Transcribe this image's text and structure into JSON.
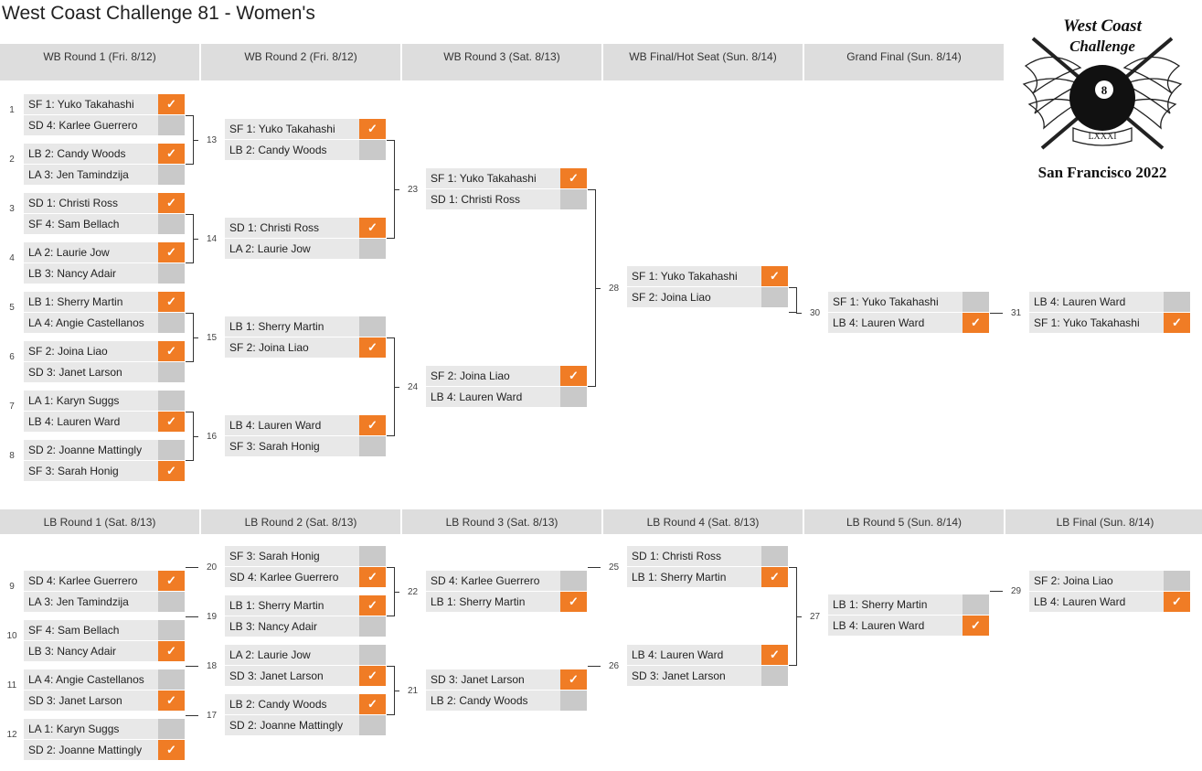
{
  "title": "West Coast Challenge 81 - Women's",
  "logo": {
    "line1": "West Coast",
    "line2": "Challenge",
    "roman": "LXXXI",
    "city": "San Francisco 2022"
  },
  "colors": {
    "win": "#f07c25",
    "neutral": "#c9c9c9",
    "slot_bg": "#e8e8e8",
    "header_bg": "#dddddd"
  },
  "check_icon": "✓",
  "wb_headers": [
    "WB Round 1 (Fri. 8/12)",
    "WB Round 2 (Fri. 8/12)",
    "WB Round 3 (Sat. 8/13)",
    "WB Final/Hot Seat (Sun. 8/14)",
    "Grand Final (Sun. 8/14)"
  ],
  "lb_headers": [
    "LB Round 1 (Sat. 8/13)",
    "LB Round 2 (Sat. 8/13)",
    "LB Round 3 (Sat. 8/13)",
    "LB Round 4 (Sat. 8/13)",
    "LB Round 5 (Sun. 8/14)",
    "LB Final (Sun. 8/14)"
  ],
  "matches": [
    {
      "number": "1",
      "players": [
        {
          "name": "SF 1: Yuko Takahashi",
          "win": true
        },
        {
          "name": "SD 4: Karlee Guerrero",
          "win": false
        }
      ]
    },
    {
      "number": "2",
      "players": [
        {
          "name": "LB 2: Candy Woods",
          "win": true
        },
        {
          "name": "LA 3: Jen Tamindzija",
          "win": false
        }
      ]
    },
    {
      "number": "3",
      "players": [
        {
          "name": "SD 1: Christi Ross",
          "win": true
        },
        {
          "name": "SF 4: Sam Bellach",
          "win": false
        }
      ]
    },
    {
      "number": "4",
      "players": [
        {
          "name": "LA 2: Laurie Jow",
          "win": true
        },
        {
          "name": "LB 3: Nancy Adair",
          "win": false
        }
      ]
    },
    {
      "number": "5",
      "players": [
        {
          "name": "LB 1: Sherry Martin",
          "win": true
        },
        {
          "name": "LA 4: Angie Castellanos",
          "win": false
        }
      ]
    },
    {
      "number": "6",
      "players": [
        {
          "name": "SF 2: Joina Liao",
          "win": true
        },
        {
          "name": "SD 3: Janet Larson",
          "win": false
        }
      ]
    },
    {
      "number": "7",
      "players": [
        {
          "name": "LA 1: Karyn Suggs",
          "win": false
        },
        {
          "name": "LB 4: Lauren Ward",
          "win": true
        }
      ]
    },
    {
      "number": "8",
      "players": [
        {
          "name": "SD 2: Joanne Mattingly",
          "win": false
        },
        {
          "name": "SF 3: Sarah Honig",
          "win": true
        }
      ]
    },
    {
      "number": "",
      "players": [
        {
          "name": "SF 1: Yuko Takahashi",
          "win": true
        },
        {
          "name": "LB 2: Candy Woods",
          "win": false
        }
      ]
    },
    {
      "number": "",
      "players": [
        {
          "name": "SD 1: Christi Ross",
          "win": true
        },
        {
          "name": "LA 2: Laurie Jow",
          "win": false
        }
      ]
    },
    {
      "number": "",
      "players": [
        {
          "name": "LB 1: Sherry Martin",
          "win": false
        },
        {
          "name": "SF 2: Joina Liao",
          "win": true
        }
      ]
    },
    {
      "number": "",
      "players": [
        {
          "name": "LB 4: Lauren Ward",
          "win": true
        },
        {
          "name": "SF 3: Sarah Honig",
          "win": false
        }
      ]
    },
    {
      "number": "",
      "players": [
        {
          "name": "SF 1: Yuko Takahashi",
          "win": true
        },
        {
          "name": "SD 1: Christi Ross",
          "win": false
        }
      ]
    },
    {
      "number": "",
      "players": [
        {
          "name": "SF 2: Joina Liao",
          "win": true
        },
        {
          "name": "LB 4: Lauren Ward",
          "win": false
        }
      ]
    },
    {
      "number": "",
      "players": [
        {
          "name": "SF 1: Yuko Takahashi",
          "win": true
        },
        {
          "name": "SF 2: Joina Liao",
          "win": false
        }
      ]
    },
    {
      "number": "",
      "players": [
        {
          "name": "SF 1: Yuko Takahashi",
          "win": false
        },
        {
          "name": "LB 4: Lauren Ward",
          "win": true
        }
      ]
    },
    {
      "number": "",
      "players": [
        {
          "name": "LB 4: Lauren Ward",
          "win": false
        },
        {
          "name": "SF 1: Yuko Takahashi",
          "win": true
        }
      ]
    },
    {
      "number": "9",
      "players": [
        {
          "name": "SD 4: Karlee Guerrero",
          "win": true
        },
        {
          "name": "LA 3: Jen Tamindzija",
          "win": false
        }
      ]
    },
    {
      "number": "10",
      "players": [
        {
          "name": "SF 4: Sam Bellach",
          "win": false
        },
        {
          "name": "LB 3: Nancy Adair",
          "win": true
        }
      ]
    },
    {
      "number": "11",
      "players": [
        {
          "name": "LA 4: Angie Castellanos",
          "win": false
        },
        {
          "name": "SD 3: Janet Larson",
          "win": true
        }
      ]
    },
    {
      "number": "12",
      "players": [
        {
          "name": "LA 1: Karyn Suggs",
          "win": false
        },
        {
          "name": "SD 2: Joanne Mattingly",
          "win": true
        }
      ]
    },
    {
      "number": "",
      "players": [
        {
          "name": "SF 3: Sarah Honig",
          "win": false
        },
        {
          "name": "SD 4: Karlee Guerrero",
          "win": true
        }
      ]
    },
    {
      "number": "",
      "players": [
        {
          "name": "LB 1: Sherry Martin",
          "win": true
        },
        {
          "name": "LB 3: Nancy Adair",
          "win": false
        }
      ]
    },
    {
      "number": "",
      "players": [
        {
          "name": "LA 2: Laurie Jow",
          "win": false
        },
        {
          "name": "SD 3: Janet Larson",
          "win": true
        }
      ]
    },
    {
      "number": "",
      "players": [
        {
          "name": "LB 2: Candy Woods",
          "win": true
        },
        {
          "name": "SD 2: Joanne Mattingly",
          "win": false
        }
      ]
    },
    {
      "number": "",
      "players": [
        {
          "name": "SD 4: Karlee Guerrero",
          "win": false
        },
        {
          "name": "LB 1: Sherry Martin",
          "win": true
        }
      ]
    },
    {
      "number": "",
      "players": [
        {
          "name": "SD 3: Janet Larson",
          "win": true
        },
        {
          "name": "LB 2: Candy Woods",
          "win": false
        }
      ]
    },
    {
      "number": "",
      "players": [
        {
          "name": "SD 1: Christi Ross",
          "win": false
        },
        {
          "name": "LB 1: Sherry Martin",
          "win": true
        }
      ]
    },
    {
      "number": "",
      "players": [
        {
          "name": "LB 4: Lauren Ward",
          "win": true
        },
        {
          "name": "SD 3: Janet Larson",
          "win": false
        }
      ]
    },
    {
      "number": "",
      "players": [
        {
          "name": "LB 1: Sherry Martin",
          "win": false
        },
        {
          "name": "LB 4: Lauren Ward",
          "win": true
        }
      ]
    },
    {
      "number": "",
      "players": [
        {
          "name": "SF 2: Joina Liao",
          "win": false
        },
        {
          "name": "LB 4: Lauren Ward",
          "win": true
        }
      ]
    }
  ],
  "connectors": [
    "13",
    "14",
    "15",
    "16",
    "23",
    "24",
    "28",
    "30",
    "31",
    "20",
    "19",
    "18",
    "17",
    "22",
    "21",
    "25",
    "26",
    "27",
    "29"
  ]
}
